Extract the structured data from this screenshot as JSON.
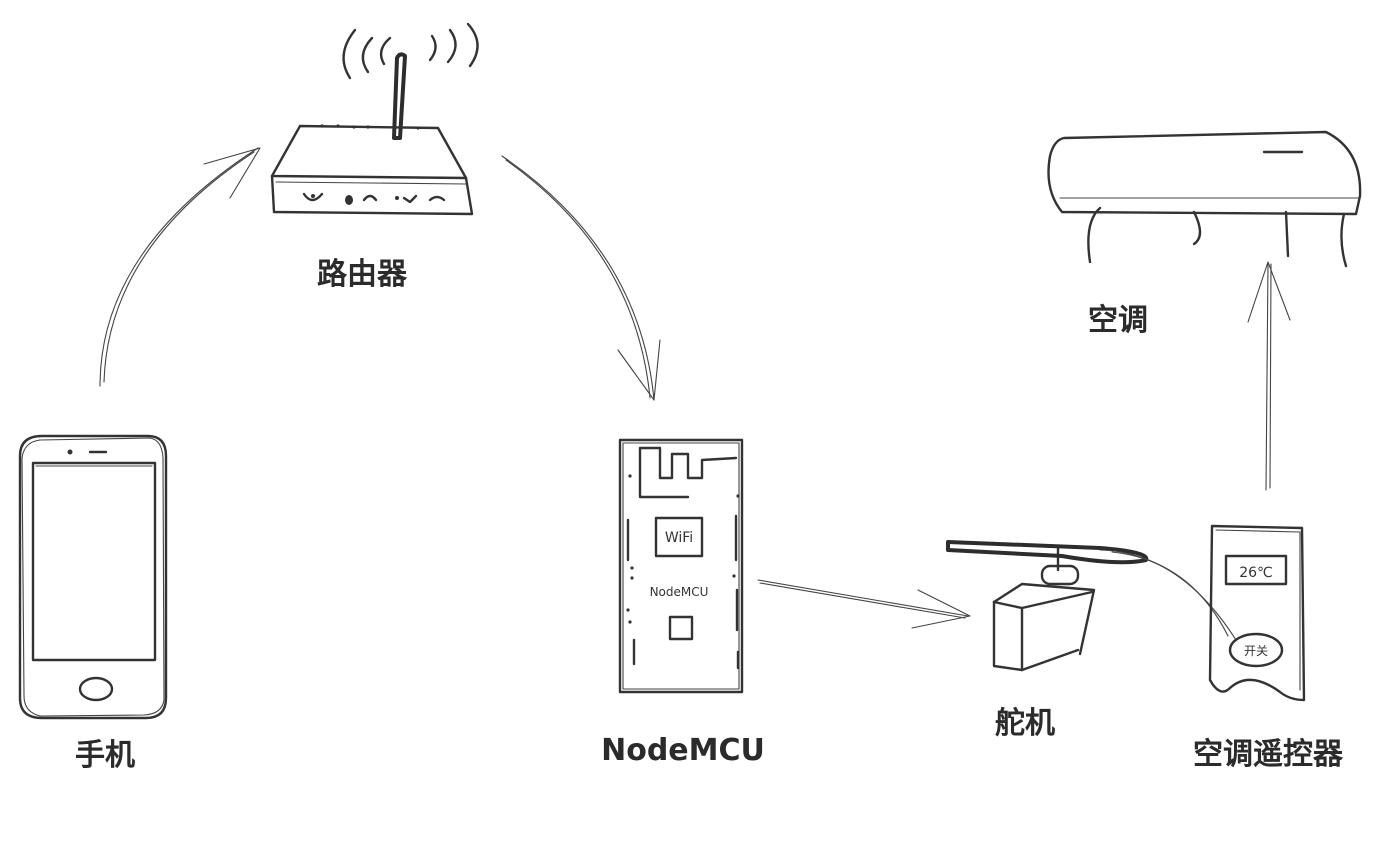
{
  "nodes": {
    "phone": {
      "label": "手机"
    },
    "router": {
      "label": "路由器"
    },
    "nodemcu": {
      "label": "NodeMCU",
      "chip_wifi": "WiFi",
      "chip_name": "NodeMCU"
    },
    "servo": {
      "label": "舵机"
    },
    "remote": {
      "label": "空调遥控器",
      "display": "26℃",
      "button": "开关"
    },
    "ac": {
      "label": "空调"
    }
  },
  "colors": {
    "ink": "#2b2b2b",
    "background": "#ffffff"
  }
}
